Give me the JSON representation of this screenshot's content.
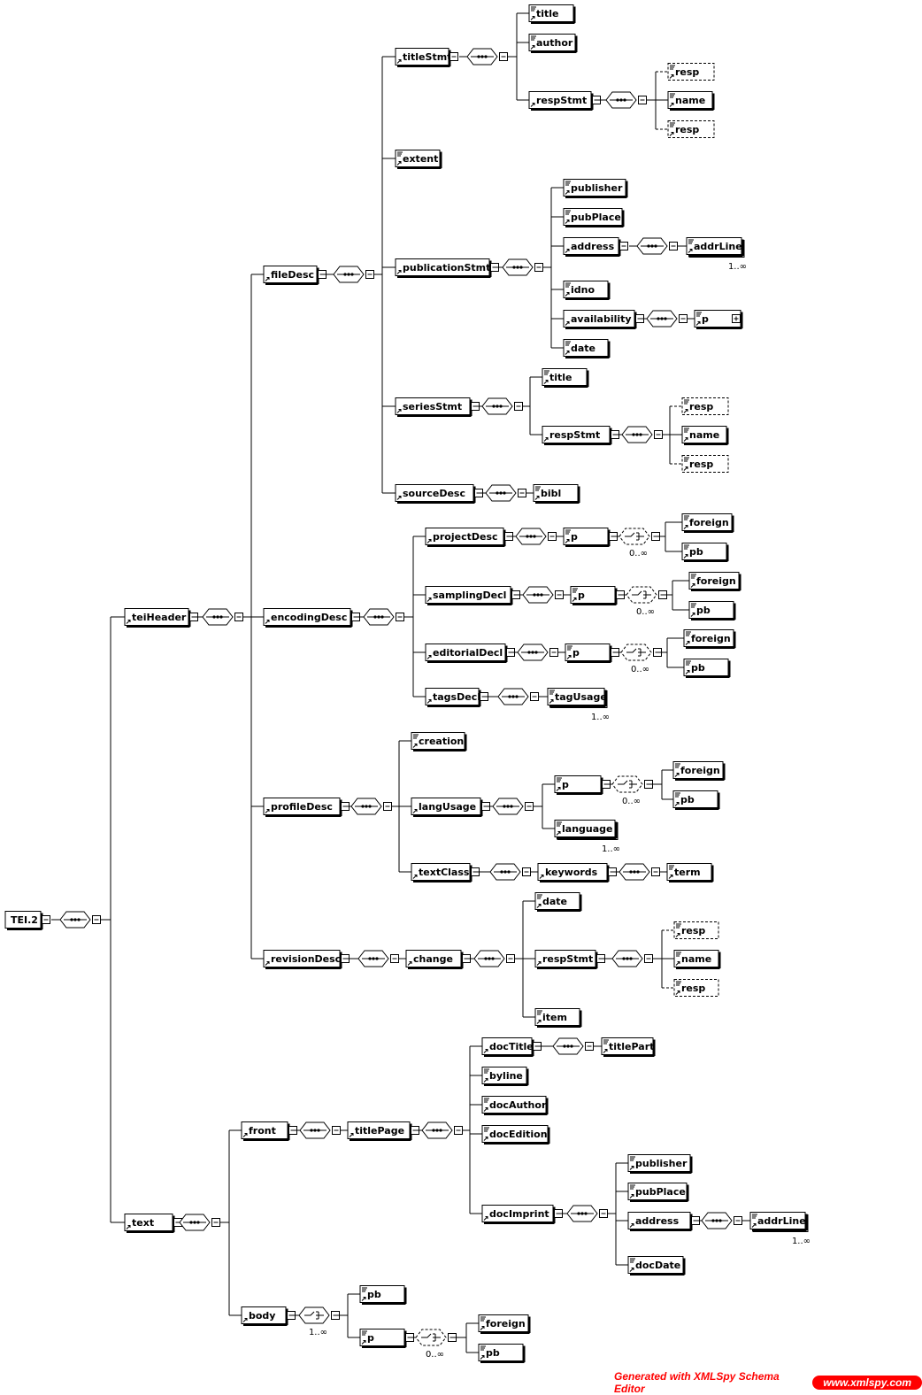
{
  "diagram": {
    "nodes": {
      "tei2": "TEI.2",
      "teiHeader": "teiHeader",
      "text": "text",
      "fileDesc": "fileDesc",
      "encodingDesc": "encodingDesc",
      "profileDesc": "profileDesc",
      "revisionDesc": "revisionDesc",
      "titleStmt": "titleStmt",
      "ts_title": "title",
      "ts_author": "author",
      "ts_respStmt": "respStmt",
      "ts_rs_resp1": "resp",
      "ts_rs_name": "name",
      "ts_rs_resp2": "resp",
      "extent": "extent",
      "publicationStmt": "publicationStmt",
      "ps_publisher": "publisher",
      "ps_pubPlace": "pubPlace",
      "ps_address": "address",
      "ps_addrLine": "addrLine",
      "ps_idno": "idno",
      "ps_availability": "availability",
      "ps_p": "p",
      "ps_date": "date",
      "seriesStmt": "seriesStmt",
      "ss_title": "title",
      "ss_respStmt": "respStmt",
      "ss_rs_resp1": "resp",
      "ss_rs_name": "name",
      "ss_rs_resp2": "resp",
      "sourceDesc": "sourceDesc",
      "sd_bibl": "bibl",
      "projectDesc": "projectDesc",
      "pd_p": "p",
      "pd_foreign": "foreign",
      "pd_pb": "pb",
      "samplingDecl": "samplingDecl",
      "sm_p": "p",
      "sm_foreign": "foreign",
      "sm_pb": "pb",
      "editorialDecl": "editorialDecl",
      "ed_p": "p",
      "ed_foreign": "foreign",
      "ed_pb": "pb",
      "tagsDecl": "tagsDecl",
      "tagUsage": "tagUsage",
      "creation": "creation",
      "langUsage": "langUsage",
      "lu_p": "p",
      "lu_foreign": "foreign",
      "lu_pb": "pb",
      "lu_language": "language",
      "textClass": "textClass",
      "keywords": "keywords",
      "term": "term",
      "change": "change",
      "ch_date": "date",
      "ch_respStmt": "respStmt",
      "ch_rs_resp1": "resp",
      "ch_rs_name": "name",
      "ch_rs_resp2": "resp",
      "ch_item": "item",
      "front": "front",
      "titlePage": "titlePage",
      "docTitle": "docTitle",
      "titlePart": "titlePart",
      "byline": "byline",
      "docAuthor": "docAuthor",
      "docEdition": "docEdition",
      "docImprint": "docImprint",
      "di_publisher": "publisher",
      "di_pubPlace": "pubPlace",
      "di_address": "address",
      "di_addrLine": "addrLine",
      "di_docDate": "docDate",
      "body": "body",
      "bd_pb": "pb",
      "bd_p": "p",
      "bd_foreign": "foreign",
      "bd_pb2": "pb"
    },
    "occurrences": {
      "ps_addrLine": "1..∞",
      "pd_choice": "0..∞",
      "sm_choice": "0..∞",
      "ed_choice": "0..∞",
      "tagUsage": "1..∞",
      "lu_choice": "0..∞",
      "lu_language": "1..∞",
      "di_addrLine": "1..∞",
      "bd_choice": "1..∞",
      "bd_p_choice": "0..∞"
    }
  },
  "footer": {
    "generated": "Generated with XMLSpy Schema Editor",
    "url": "www.xmlspy.com"
  }
}
